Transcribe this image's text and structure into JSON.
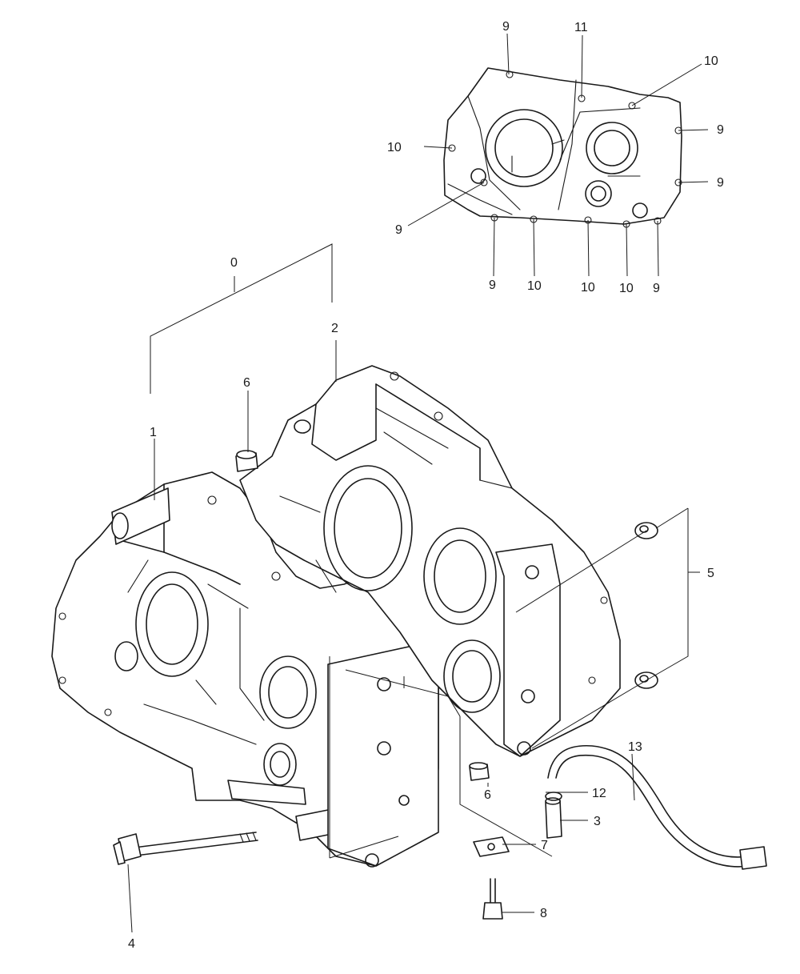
{
  "callouts": [
    {
      "id": "c0",
      "text": "0"
    },
    {
      "id": "c1",
      "text": "1"
    },
    {
      "id": "c2",
      "text": "2"
    },
    {
      "id": "c3",
      "text": "3"
    },
    {
      "id": "c4",
      "text": "4"
    },
    {
      "id": "c5",
      "text": "5"
    },
    {
      "id": "c6a",
      "text": "6"
    },
    {
      "id": "c6b",
      "text": "6"
    },
    {
      "id": "c7",
      "text": "7"
    },
    {
      "id": "c8",
      "text": "8"
    },
    {
      "id": "c9a",
      "text": "9"
    },
    {
      "id": "c9b",
      "text": "9"
    },
    {
      "id": "c9c",
      "text": "9"
    },
    {
      "id": "c9d",
      "text": "9"
    },
    {
      "id": "c9e",
      "text": "9"
    },
    {
      "id": "c9f",
      "text": "9"
    },
    {
      "id": "c10a",
      "text": "10"
    },
    {
      "id": "c10b",
      "text": "10"
    },
    {
      "id": "c10c",
      "text": "10"
    },
    {
      "id": "c10d",
      "text": "10"
    },
    {
      "id": "c10e",
      "text": "10"
    },
    {
      "id": "c11",
      "text": "11"
    },
    {
      "id": "c12",
      "text": "12"
    },
    {
      "id": "c13",
      "text": "13"
    }
  ]
}
